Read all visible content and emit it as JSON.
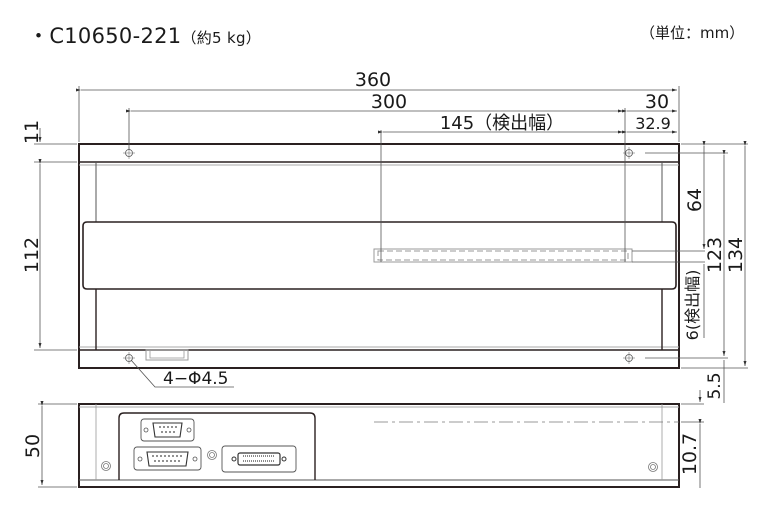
{
  "title": {
    "bullet": "・",
    "model": "C10650-221",
    "weight": "（約5 kg）"
  },
  "unit_label": "（単位：mm）",
  "top_view": {
    "dimensions": {
      "overall_width": "360",
      "hole_pitch_width": "300",
      "detection_width": "145（検出幅）",
      "right_offset": "30",
      "right_offset_detection": "32.9",
      "top_margin": "11",
      "hole_pitch_height": "112",
      "detection_to_top": "64",
      "detection_height_label": "6(検出幅)",
      "inner_height": "123",
      "overall_height": "134",
      "hole_spec": "4−Φ4.5"
    }
  },
  "side_view": {
    "dimensions": {
      "height": "50",
      "offset_top": "5.5",
      "detection_line_offset": "10.7"
    },
    "connectors": [
      {
        "type": "D-sub 9-pin"
      },
      {
        "type": "D-sub 15-pin"
      },
      {
        "type": "Half-pitch 36-pin"
      }
    ]
  },
  "colors": {
    "line_dark": "#2a2020",
    "line_mid": "#555555",
    "line_light": "#9a9a9a"
  }
}
